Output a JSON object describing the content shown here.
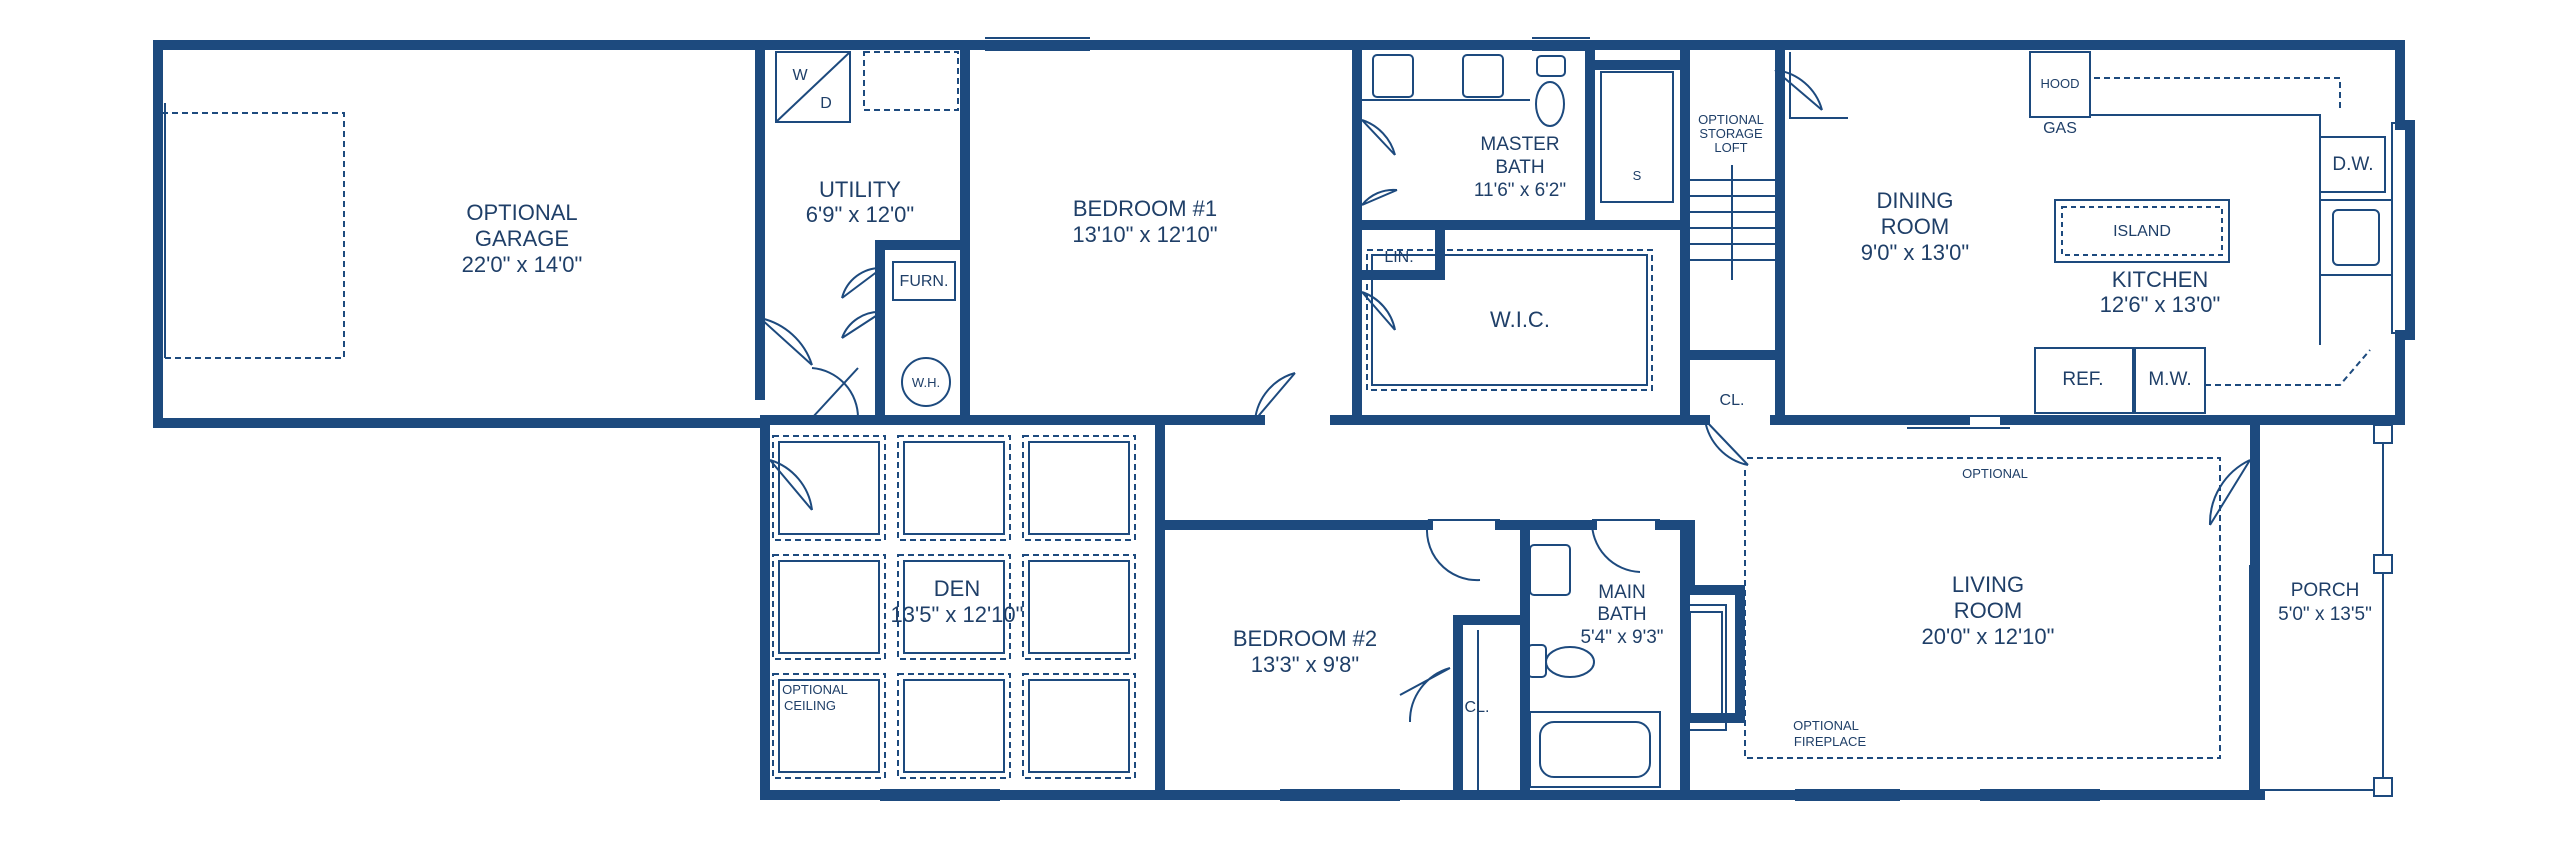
{
  "colors": {
    "wall": "#1d4a7e",
    "line": "#1d4a7e",
    "background": "#ffffff"
  },
  "rooms": {
    "garage": {
      "name": [
        "OPTIONAL",
        "GARAGE"
      ],
      "dims": "22'0\" x 14'0\""
    },
    "utility": {
      "name": "UTILITY",
      "dims": "6'9\" x 12'0\""
    },
    "bedroom1": {
      "name": "BEDROOM #1",
      "dims": "13'10\" x 12'10\""
    },
    "master_bath": {
      "name": [
        "MASTER",
        "BATH"
      ],
      "dims": "11'6\" x 6'2\""
    },
    "wic": {
      "name": "W.I.C."
    },
    "lin": {
      "name": "LIN."
    },
    "storage": {
      "name": [
        "OPTIONAL",
        "STORAGE",
        "LOFT"
      ]
    },
    "dining": {
      "name": [
        "DINING",
        "ROOM"
      ],
      "dims": "9'0\" x 13'0\""
    },
    "kitchen": {
      "name": "KITCHEN",
      "dims": "12'6\" x 13'0\""
    },
    "island": {
      "name": "ISLAND"
    },
    "den": {
      "name": "DEN",
      "dims": "13'5\" x 12'10\"",
      "ceiling": [
        "OPTIONAL",
        "CEILING"
      ]
    },
    "bedroom2": {
      "name": "BEDROOM #2",
      "dims": "13'3\" x 9'8\""
    },
    "main_bath": {
      "name": [
        "MAIN",
        "BATH"
      ],
      "dims": "5'4\" x 9'3\""
    },
    "living": {
      "name": [
        "LIVING",
        "ROOM"
      ],
      "dims": "20'0\" x 12'10\""
    },
    "porch": {
      "name": "PORCH",
      "dims": "5'0\" x 13'5\""
    }
  },
  "fixtures": {
    "washer": "W",
    "dryer": "D",
    "furnace": "FURN.",
    "water_heater": "W.H.",
    "hood": "HOOD",
    "gas": "GAS",
    "dishwasher": "D.W.",
    "refrigerator": "REF.",
    "microwave": "M.W.",
    "closet_hall": "CL.",
    "closet_bed2": "CL.",
    "shower": "S"
  },
  "notes": {
    "optional_porch": "OPTIONAL",
    "fireplace": [
      "OPTIONAL",
      "FIREPLACE"
    ]
  }
}
